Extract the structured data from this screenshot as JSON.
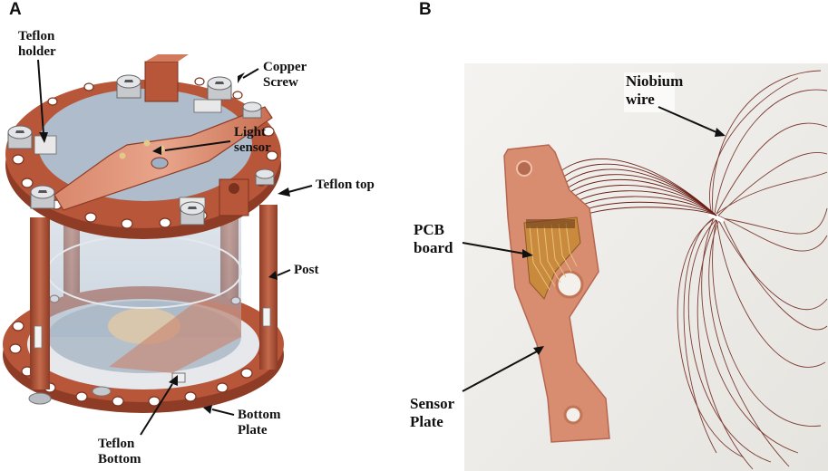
{
  "panels": {
    "a": {
      "letter": "A",
      "labels": {
        "teflon_holder": [
          "Teflon",
          "holder"
        ],
        "copper_screw": [
          "Copper",
          "Screw"
        ],
        "light_sensor": [
          "Light",
          "sensor"
        ],
        "teflon_top": "Teflon top",
        "post": "Post",
        "bottom_plate": [
          "Bottom",
          "Plate"
        ],
        "teflon_bottom": [
          "Teflon",
          "Bottom"
        ]
      }
    },
    "b": {
      "letter": "B",
      "labels": {
        "niobium_wire": [
          "Niobium",
          "wire"
        ],
        "pcb_board": [
          "PCB",
          "board"
        ],
        "sensor_plate": [
          "Sensor",
          "Plate"
        ]
      }
    }
  },
  "colors": {
    "copper": "#b8563a",
    "copper_dark": "#8e3c26",
    "wire": "#6b1f16",
    "glass": "#b9c6d4",
    "photo_bg": "#efeeea"
  }
}
